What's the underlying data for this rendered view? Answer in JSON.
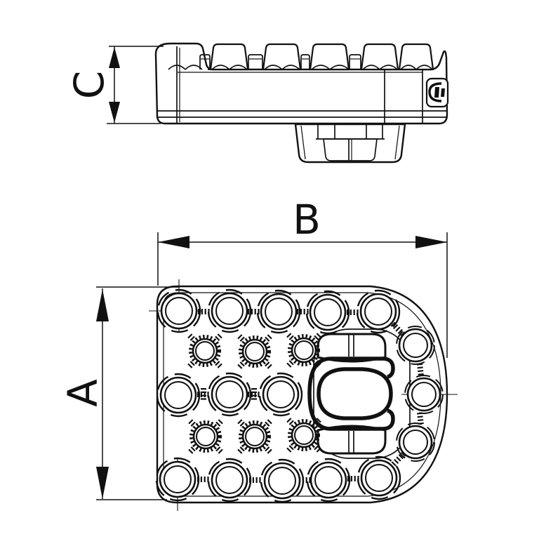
{
  "colors": {
    "background": "#ffffff",
    "line": "#111111"
  },
  "dimension_labels": {
    "a": "A",
    "b": "B",
    "c": "C"
  },
  "views": {
    "side_view": {
      "dimension": "C"
    },
    "top_view": {
      "horizontal_dimension": "B",
      "vertical_dimension": "A"
    }
  },
  "icons": {
    "manufacturer_logo": "manufacturer-logo"
  }
}
